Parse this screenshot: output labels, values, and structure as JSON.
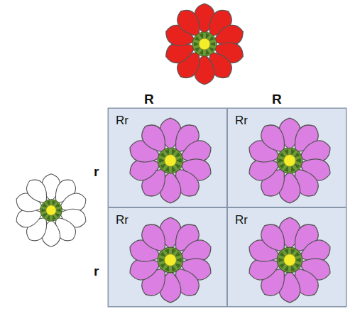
{
  "diagram": {
    "nodes": [
      {
        "text": [
          "Rr"
        ]
      },
      {
        "text": [
          "Rr"
        ]
      },
      {
        "text": [
          "Rr"
        ]
      },
      {
        "text": [
          "Rr"
        ]
      }
    ],
    "labels": [
      "R",
      "R",
      "r",
      "r"
    ]
  }
}
